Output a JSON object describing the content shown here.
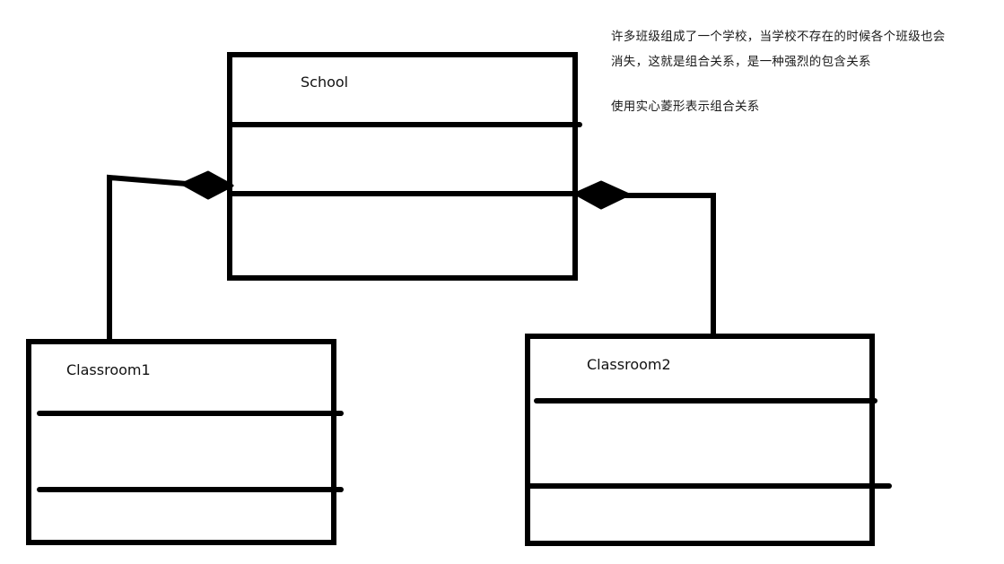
{
  "diagram": {
    "kind": "uml-class-diagram",
    "relationship": "composition",
    "stroke_color": "#000000",
    "background_color": "#ffffff",
    "classes": [
      {
        "id": "school",
        "name": "School",
        "compartments": [
          "attributes",
          "operations"
        ]
      },
      {
        "id": "classroom1",
        "name": "Classroom1",
        "compartments": [
          "attributes",
          "operations"
        ]
      },
      {
        "id": "classroom2",
        "name": "Classroom2",
        "compartments": [
          "attributes",
          "operations"
        ]
      }
    ],
    "connectors": [
      {
        "id": "school-classroom1",
        "from": "school",
        "to": "classroom1",
        "marker": "filled-diamond",
        "marker_side": "school"
      },
      {
        "id": "school-classroom2",
        "from": "school",
        "to": "classroom2",
        "marker": "filled-diamond",
        "marker_side": "school"
      }
    ]
  },
  "notes": {
    "line1": "许多班级组成了一个学校，当学校不存在的时候各个班级也会",
    "line2": "消失，这就是组合关系，是一种强烈的包含关系",
    "line3": "使用实心菱形表示组合关系"
  }
}
